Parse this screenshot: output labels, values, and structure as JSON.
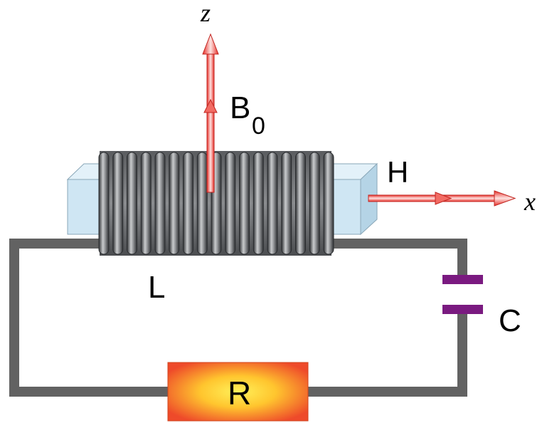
{
  "labels": {
    "z_axis": "z",
    "x_axis": "x",
    "b_field": "B",
    "b_field_subscript": "0",
    "h_field": "H",
    "inductor": "L",
    "capacitor": "C",
    "resistor": "R"
  },
  "colors": {
    "wire": "#626262",
    "capacitor_plate": "#7a1a80",
    "arrow_red": "#e8302a",
    "sample_block": "#cfe6f3",
    "sample_block_top": "#e3f1f9",
    "coil_dark": "#3d3f42",
    "coil_light": "#b8babc",
    "resistor_outer": "#ee4a2a",
    "resistor_inner": "#ffe23a"
  }
}
